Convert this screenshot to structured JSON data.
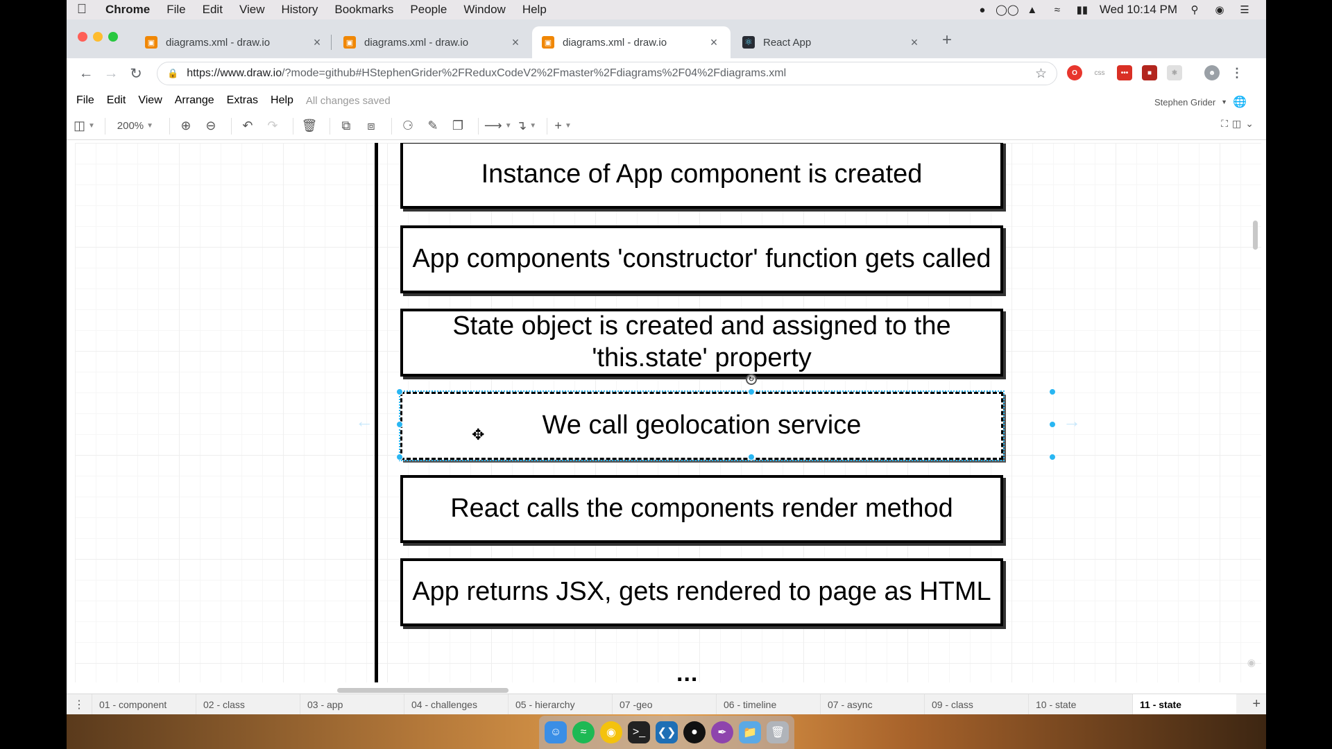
{
  "menubar": {
    "app": "Chrome",
    "items": [
      "File",
      "Edit",
      "View",
      "History",
      "Bookmarks",
      "People",
      "Window",
      "Help"
    ],
    "clock": "Wed 10:14 PM"
  },
  "browser": {
    "tabs": [
      {
        "title": "diagrams.xml - draw.io",
        "icon": "drawio-icon"
      },
      {
        "title": "diagrams.xml - draw.io",
        "icon": "drawio-icon"
      },
      {
        "title": "diagrams.xml - draw.io",
        "icon": "drawio-icon",
        "active": true
      },
      {
        "title": "React App",
        "icon": "react-icon"
      }
    ],
    "url_host": "https://www.draw.io",
    "url_rest": "/?mode=github#HStephenGrider%2FReduxCodeV2%2Fmaster%2Fdiagrams%2F04%2Fdiagrams.xml",
    "extension_css_label": "css"
  },
  "drawio": {
    "menu": [
      "File",
      "Edit",
      "View",
      "Arrange",
      "Extras",
      "Help"
    ],
    "status": "All changes saved",
    "user": "Stephen Grider",
    "zoom": "200%",
    "steps": [
      "Instance of App component is created",
      "App components 'constructor' function gets called",
      "State object is created and assigned to the 'this.state' property",
      "We call geolocation service",
      "React calls the components render method",
      "App returns JSX, gets rendered to page as HTML"
    ],
    "ellipsis": "...",
    "selected_step_index": 3,
    "pages": [
      "01 - component",
      "02 - class",
      "03 - app",
      "04 - challenges",
      "05 - hierarchy",
      "07 -geo",
      "06 - timeline",
      "07 - async",
      "09 - class",
      "10 - state",
      "11 - state"
    ],
    "active_page": "11 - state"
  },
  "colors": {
    "selection": "#29b6f2",
    "drawio_orange": "#f08705"
  }
}
